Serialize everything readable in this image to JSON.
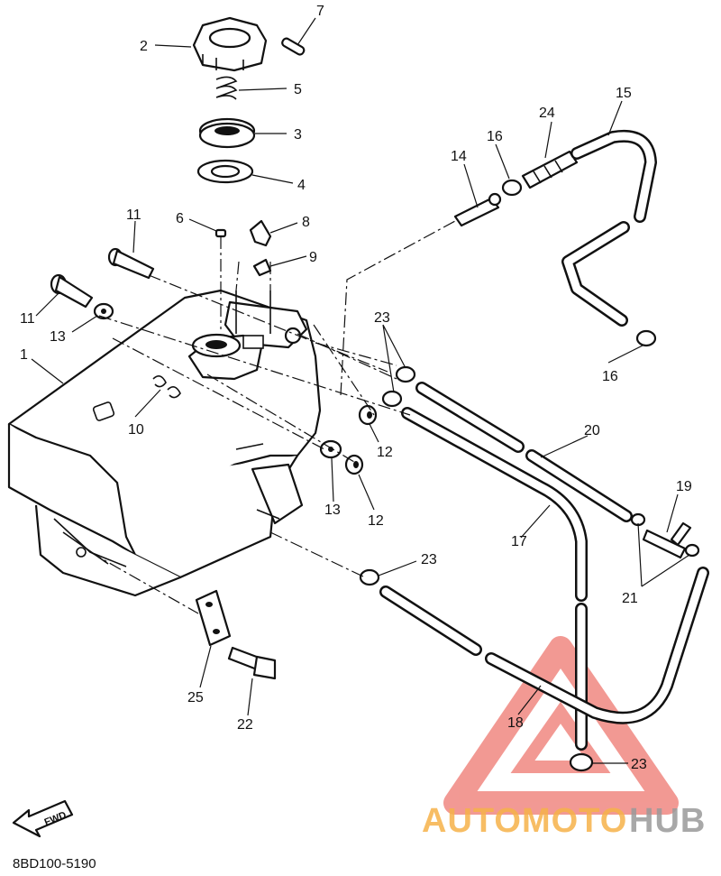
{
  "callouts": {
    "c1": "1",
    "c2": "2",
    "c3": "3",
    "c4": "4",
    "c5": "5",
    "c6": "6",
    "c7": "7",
    "c8": "8",
    "c9": "9",
    "c10": "10",
    "c11a": "11",
    "c11b": "11",
    "c12a": "12",
    "c12b": "12",
    "c13a": "13",
    "c13b": "13",
    "c14": "14",
    "c15": "15",
    "c16a": "16",
    "c16b": "16",
    "c17": "17",
    "c18": "18",
    "c19": "19",
    "c20": "20",
    "c21": "21",
    "c22": "22",
    "c23a": "23",
    "c23b": "23",
    "c23c": "23",
    "c24": "24",
    "c25": "25"
  },
  "fwd_label": "FWD",
  "diagram_code": "8BD100-5190",
  "watermark": {
    "part1": "AUTOMOTO",
    "part2": "HUB",
    "color_main": "#f6b24a",
    "color_secondary": "#9a9a9a",
    "triangle_color": "#e8463c"
  }
}
